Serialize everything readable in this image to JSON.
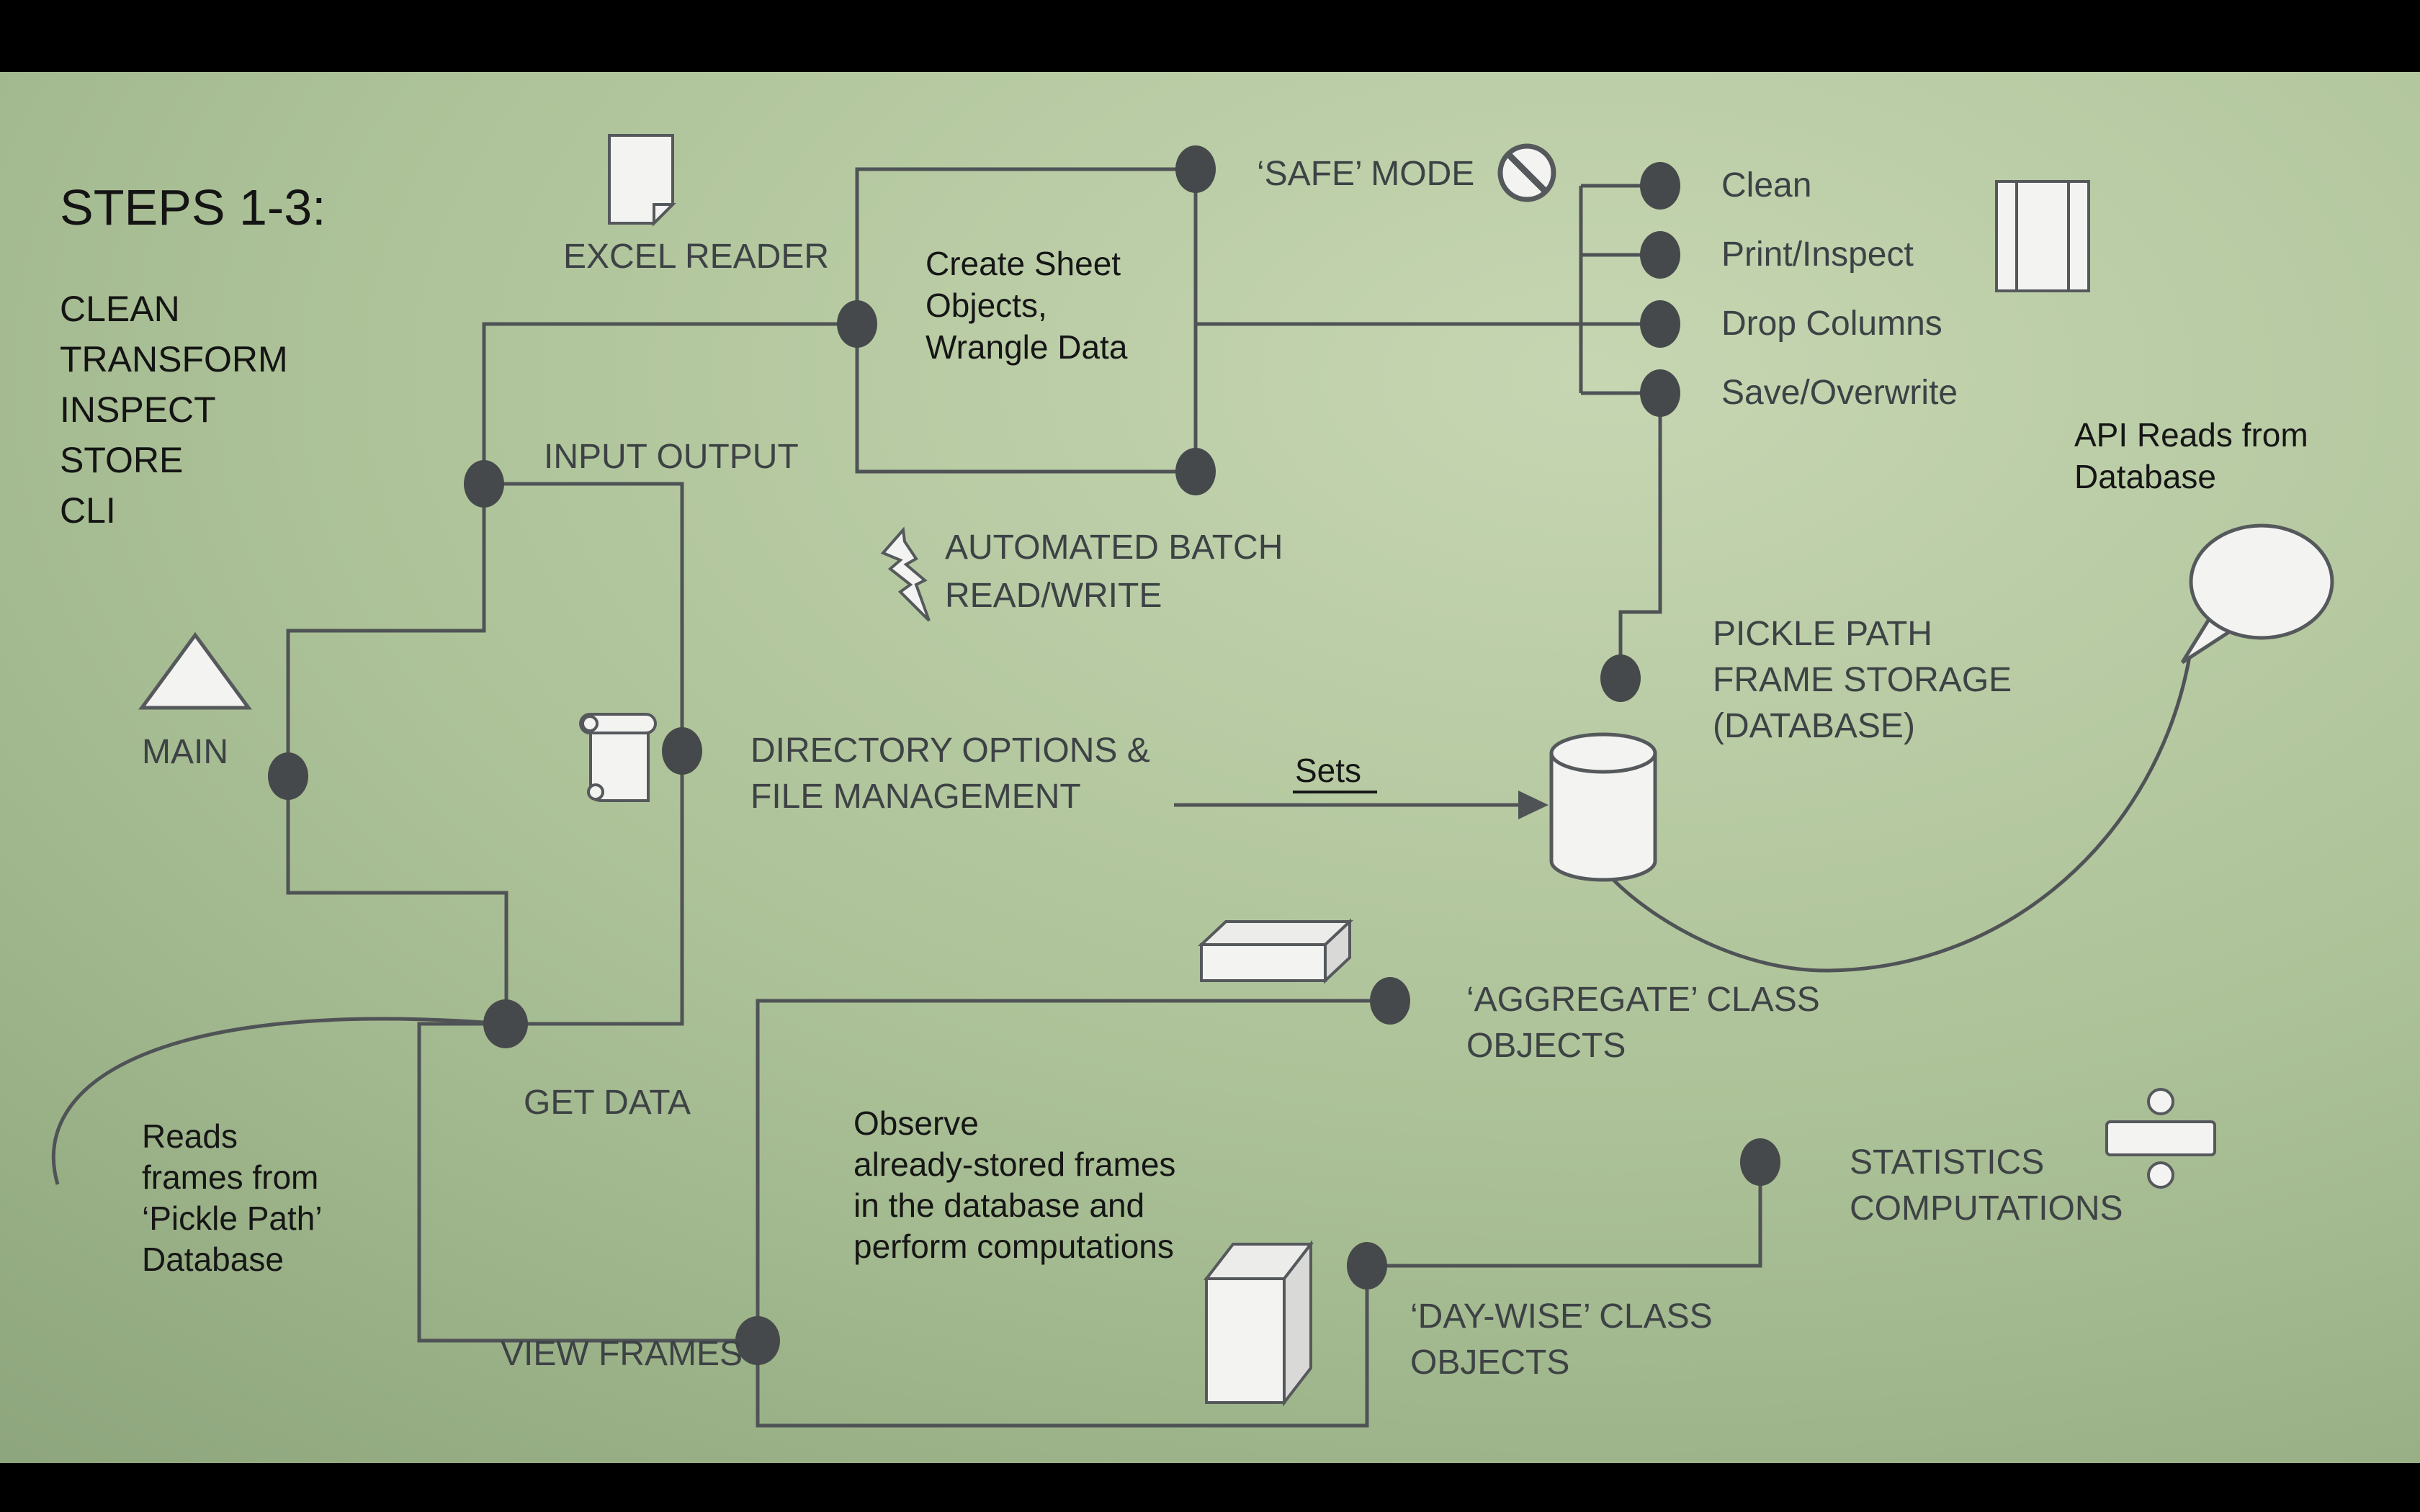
{
  "slide": {
    "colors": {
      "letterbox": "#000000",
      "background_light": "#c6d6b2",
      "background_mid": "#aabf96",
      "background_dark": "#8ca47b",
      "wire": "#4f5356",
      "dot": "#46494b",
      "label_gray": "#3d4245",
      "text_black": "#161616",
      "icon_fill": "#f3f3f1",
      "icon_stroke": "#55595c"
    },
    "title": {
      "heading": "STEPS 1-3:",
      "items": [
        "CLEAN",
        "TRANSFORM",
        "INSPECT",
        "STORE",
        "CLI"
      ]
    },
    "nodes": {
      "excel_reader": {
        "label": "EXCEL READER",
        "icon": "document-icon"
      },
      "create_sheet": {
        "lines": [
          "Create Sheet",
          "Objects,",
          "Wrangle Data"
        ]
      },
      "safe_mode": {
        "label": "‘SAFE’ MODE",
        "icon": "no-entry-icon"
      },
      "operations": {
        "items": [
          "Clean",
          "Print/Inspect",
          "Drop Columns",
          "Save/Overwrite"
        ],
        "icon": "panel-icon"
      },
      "automated_batch": {
        "lines": [
          "AUTOMATED BATCH",
          "READ/WRITE"
        ],
        "icon": "lightning-icon"
      },
      "input_output": {
        "label": "INPUT OUTPUT"
      },
      "main": {
        "label": "MAIN",
        "icon": "triangle-icon"
      },
      "directory": {
        "lines": [
          "DIRECTORY OPTIONS &",
          "FILE MANAGEMENT"
        ],
        "icon": "scroll-icon"
      },
      "sets": {
        "label": "Sets"
      },
      "pickle_path": {
        "lines": [
          "PICKLE PATH",
          "FRAME STORAGE",
          "(DATABASE)"
        ],
        "icon": "database-cylinder-icon"
      },
      "api_reads": {
        "lines": [
          "API Reads from",
          "Database"
        ],
        "icon": "speech-bubble-icon"
      },
      "get_data": {
        "label": "GET DATA"
      },
      "reads_frames": {
        "lines": [
          "Reads",
          "frames from",
          "‘Pickle Path’",
          "Database"
        ]
      },
      "aggregate": {
        "lines": [
          "‘AGGREGATE’ CLASS",
          "OBJECTS"
        ],
        "icon": "flat-box-3d-icon"
      },
      "observe": {
        "lines": [
          "Observe",
          "already-stored frames",
          "in the database and",
          "perform computations"
        ]
      },
      "view_frames": {
        "label": "VIEW FRAMES"
      },
      "day_wise": {
        "lines": [
          "‘DAY-WISE’ CLASS",
          "OBJECTS"
        ],
        "icon": "cube-3d-icon"
      },
      "statistics": {
        "lines": [
          "STATISTICS",
          "COMPUTATIONS"
        ],
        "icon": "division-icon"
      }
    }
  }
}
